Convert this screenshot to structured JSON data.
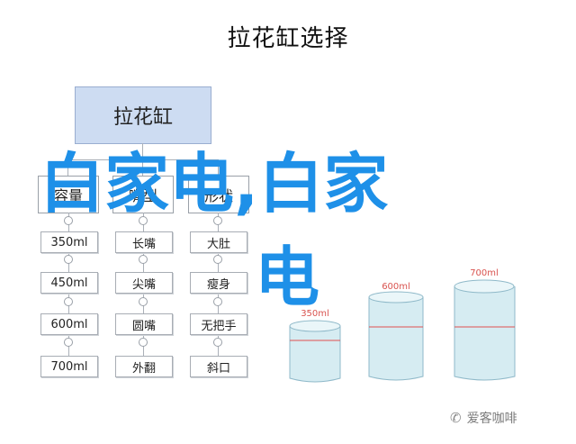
{
  "title": "拉花缸选择",
  "root": "拉花缸",
  "categories": [
    {
      "label": "容量",
      "items": [
        "350ml",
        "450ml",
        "600ml",
        "700ml"
      ]
    },
    {
      "label": "嘴型",
      "items": [
        "长嘴",
        "尖嘴",
        "圆嘴",
        "外翻"
      ]
    },
    {
      "label": "形状",
      "items": [
        "大肚",
        "瘦身",
        "无把手",
        "斜口"
      ]
    }
  ],
  "overlay": {
    "line1": "白家电,白家",
    "line2": "电"
  },
  "cups": [
    {
      "label": "350ml"
    },
    {
      "label": "600ml"
    },
    {
      "label": "700ml"
    }
  ],
  "watermark": "爱客咖啡",
  "colors": {
    "overlay": "#1e90e8",
    "root_fill": "#cddcf2",
    "cup_fill": "#d6ecf2",
    "fill_line": "#e05050"
  }
}
